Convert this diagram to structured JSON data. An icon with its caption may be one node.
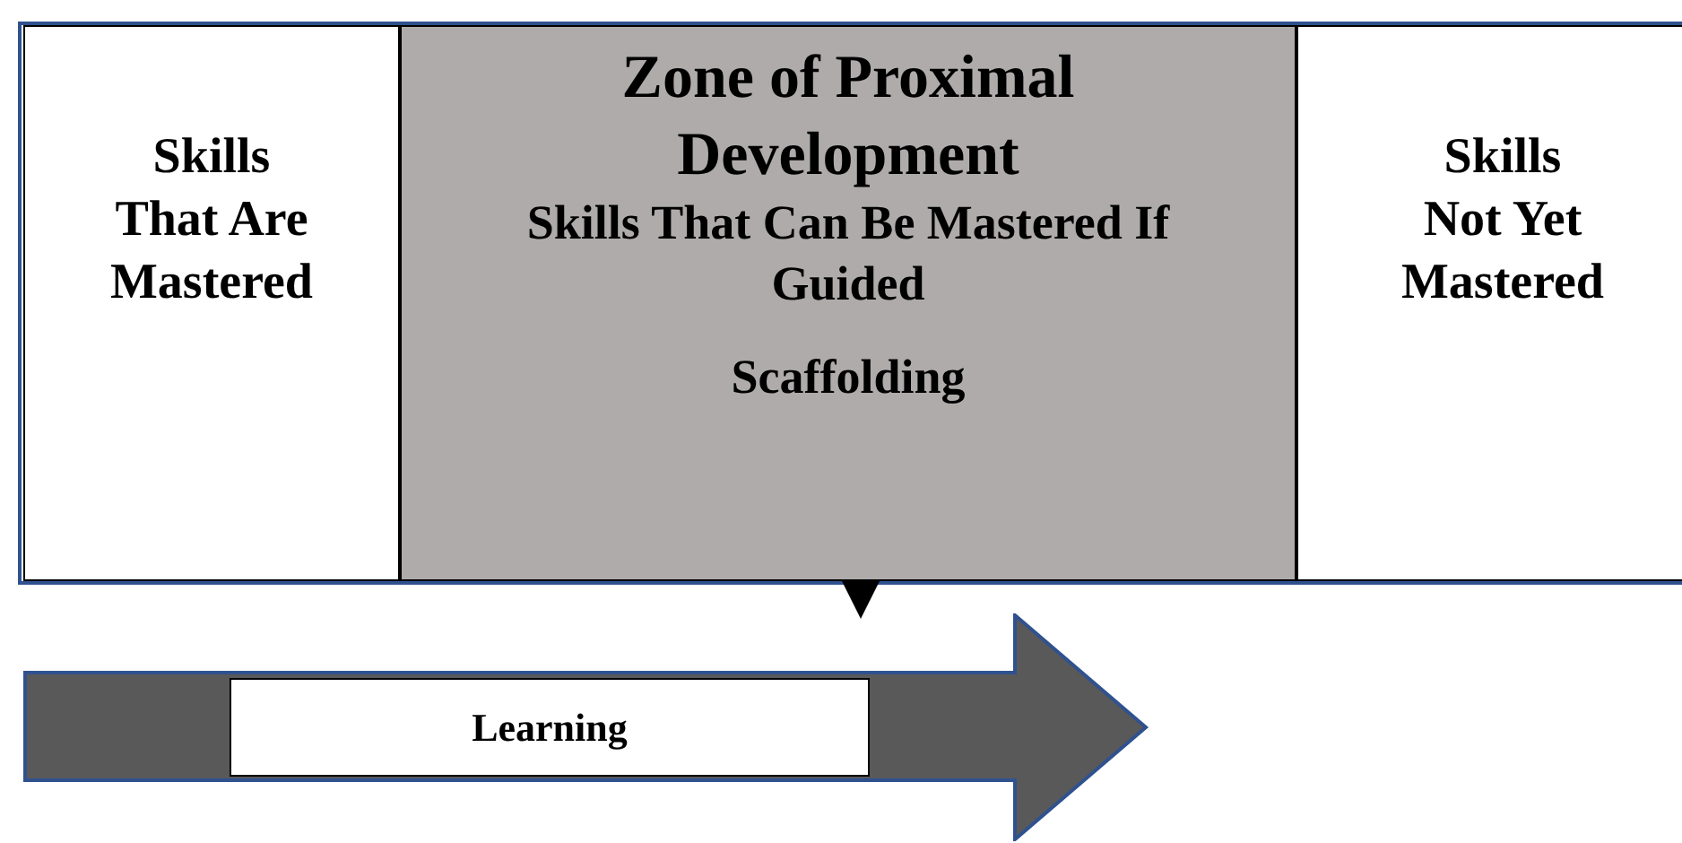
{
  "diagram": {
    "nodes": [
      {
        "text": [
          "Skills That Are Mastered"
        ]
      },
      {
        "text": [
          "Zone of Proximal Development",
          "Skills That Can Be Mastered If Guided",
          "Scaffolding"
        ]
      },
      {
        "text": [
          "Skills Not Yet Mastered"
        ]
      },
      {
        "text": [],
        "shape": "arrow"
      },
      {
        "text": [
          "Learning"
        ],
        "in": 3
      }
    ],
    "edges": [
      {
        "from": 1,
        "to": 3,
        "arrow": "to"
      }
    ]
  }
}
